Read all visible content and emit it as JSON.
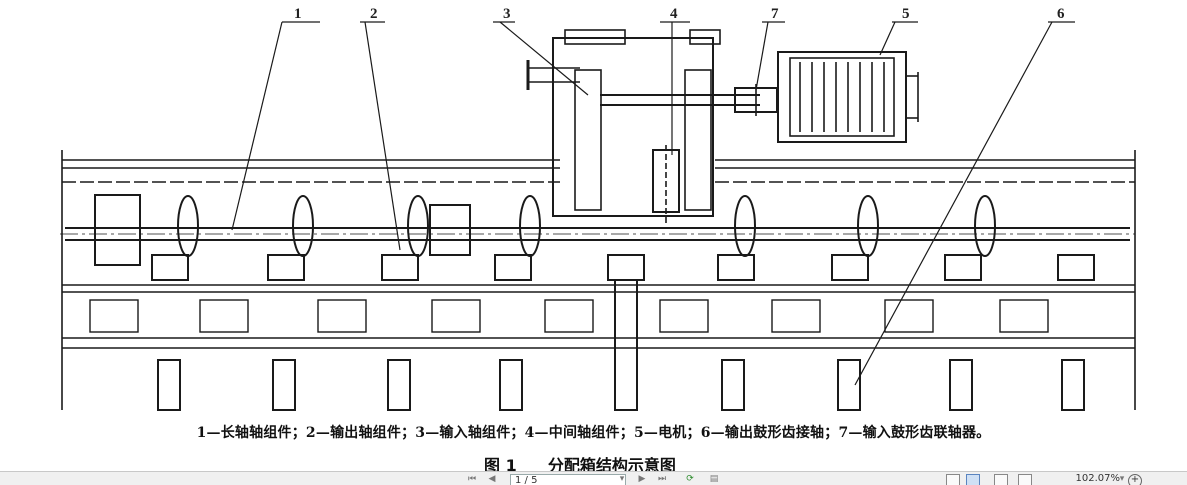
{
  "figure": {
    "callouts": [
      "1",
      "2",
      "3",
      "4",
      "7",
      "5",
      "6"
    ],
    "legend": "1—长轴轴组件；2—输出轴组件；3—输入轴组件；4—中间轴组件；5—电机；6—输出鼓形齿接轴；7—输入鼓形齿联轴器。",
    "caption_number": "图 1",
    "caption_title": "分配箱结构示意图"
  },
  "toolbar": {
    "page_field": "1 / 5",
    "zoom": "102.07%",
    "icons": [
      "first-page-icon",
      "prev-page-icon",
      "next-page-icon",
      "last-page-icon",
      "rotate-icon",
      "copy-icon",
      "single-page-icon",
      "continuous-icon",
      "two-page-icon",
      "two-page-continuous-icon",
      "zoom-dropdown-icon",
      "zoom-in-icon"
    ]
  }
}
